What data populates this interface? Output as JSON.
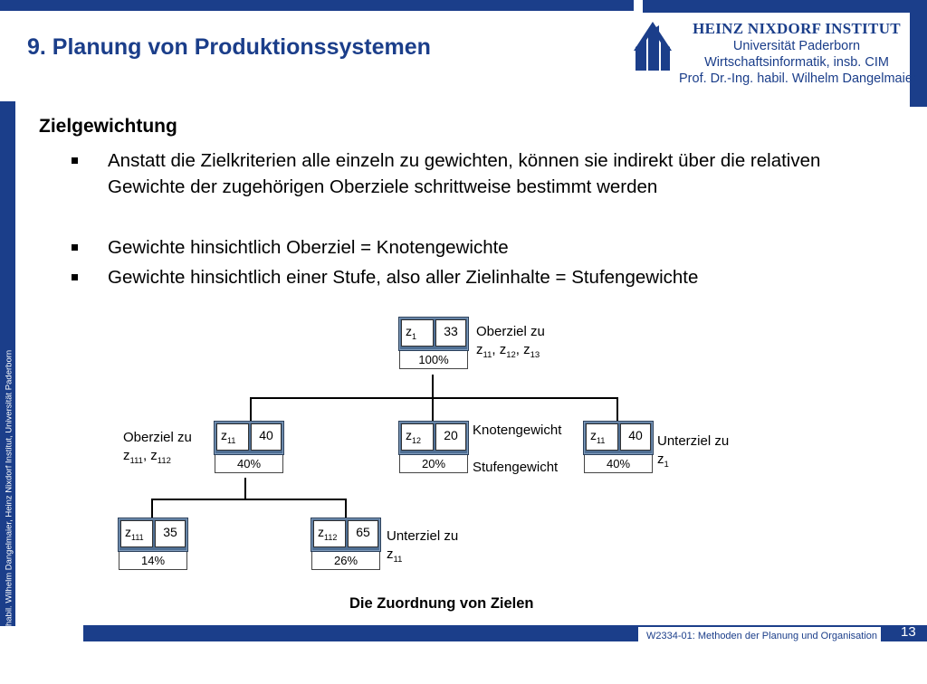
{
  "header": {
    "title": "9. Planung von Produktionssystemen",
    "institute": {
      "name": "HEINZ NIXDORF INSTITUT",
      "line1": "Universität Paderborn",
      "line2": "Wirtschaftsinformatik, insb. CIM",
      "line3": "Prof. Dr.-Ing. habil. Wilhelm Dangelmaier"
    }
  },
  "sidebar_text": "© Prof. Dr.-Ing habil. Wilhelm Dangelmaier, Heinz Nixdorf Institut, Universität Paderborn",
  "content": {
    "heading": "Zielgewichtung",
    "bullets": [
      "Anstatt die Zielkriterien alle einzeln zu gewichten, können sie indirekt über die relativen Gewichte der zugehörigen Oberziele schrittweise bestimmt werden",
      "Gewichte hinsichtlich Oberziel = Knotengewichte",
      "Gewichte hinsichtlich einer Stufe, also aller Zielinhalte = Stufengewichte"
    ]
  },
  "diagram": {
    "nodes": {
      "z1": {
        "name": "z",
        "sub": "1",
        "weight": "33",
        "percent": "100%"
      },
      "z11": {
        "name": "z",
        "sub": "11",
        "weight": "40",
        "percent": "40%"
      },
      "z12": {
        "name": "z",
        "sub": "12",
        "weight": "20",
        "percent": "20%"
      },
      "z13": {
        "name": "z",
        "sub": "11",
        "weight": "40",
        "percent": "40%"
      },
      "z111": {
        "name": "z",
        "sub": "111",
        "weight": "35",
        "percent": "14%"
      },
      "z112": {
        "name": "z",
        "sub": "112",
        "weight": "65",
        "percent": "26%"
      }
    },
    "labels": {
      "oberziel_top_line1": "Oberziel zu",
      "oberziel_top_z11": "z",
      "oberziel_top_s11": "11",
      "oberziel_top_z12": "z",
      "oberziel_top_s12": "12",
      "oberziel_top_z13": "z",
      "oberziel_top_s13": "13",
      "oberziel_left_line1": "Oberziel zu",
      "oberziel_left_z111": "z",
      "oberziel_left_s111": "111",
      "oberziel_left_z112": "z",
      "oberziel_left_s112": "112",
      "knotengewicht": "Knotengewicht",
      "stufengewicht": "Stufengewicht",
      "unterziel_right_line1": "Unterziel zu",
      "unterziel_right_z": "z",
      "unterziel_right_s": "1",
      "unterziel_bottom_line1": "Unterziel zu",
      "unterziel_bottom_z": "z",
      "unterziel_bottom_s": "11"
    },
    "caption": "Die Zuordnung von Zielen"
  },
  "footer": {
    "course": "W2334-01: Methoden der Planung und Organisation",
    "page": "13"
  },
  "colors": {
    "brand": "#1b3e8a",
    "node_fill": "#4f6f94"
  }
}
